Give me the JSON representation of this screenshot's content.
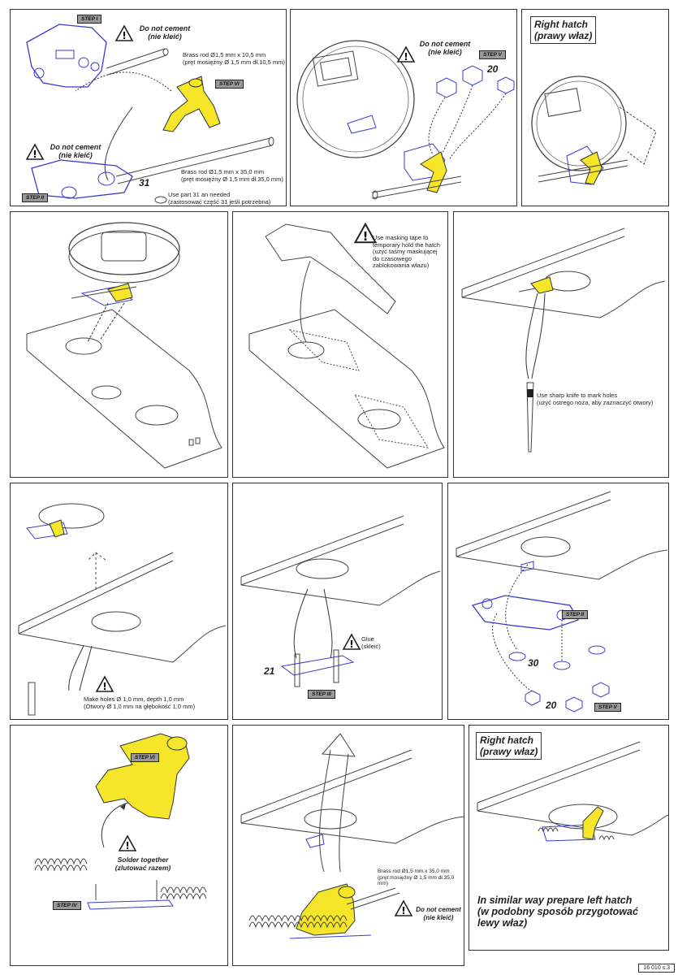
{
  "page_ref": "16 010 s.3",
  "colors": {
    "part_yellow": "#f5e62a",
    "part_blue": "#3a3ad0",
    "line": "#444444"
  },
  "warning_icon": "exclamation-triangle-icon",
  "panel1": {
    "step_i": "STEP I",
    "step_ii": "STEP II",
    "step_vi": "STEP VI",
    "do_not_cement_1": "Do not cement\n(nie kleić)",
    "do_not_cement_2": "Do not cement\n(nie kleić)",
    "rod1": "Brass rod Ø1,5 mm x 10,5 mm\n(pręt mosiężny Ø 1,5 mm dł.10,5 mm)",
    "rod2": "Brass rod Ø1,5 mm x 35,0 mm\n(pręt mosiężny Ø 1,5 mm dł.35,0 mm)",
    "part_num": "31",
    "use_part": "Use part 31 an needed\n(zastosować część 31 jeśli potrzebna)"
  },
  "panel2": {
    "do_not_cement": "Do not cement\n(nie kleić)",
    "step_v": "STEP V",
    "part_num": "20"
  },
  "panel3": {
    "title": "Right  hatch\n(prawy właz)"
  },
  "panel5": {
    "note": "Use masking tape to\ntemporary hold the hatch\n(użyć taśmy maskującej\ndo czasowego\nzablokowania włazu)"
  },
  "panel6": {
    "note": "Use sharp knife to mark holes\n(użyć ostrego noża, aby zaznaczyć otwory)"
  },
  "panel7": {
    "note": "Make holes Ø 1,0 mm, depth 1,0 mm\n(Otwory Ø 1,0 mm na głębokość 1,0 mm)"
  },
  "panel8": {
    "glue": "Glue\n(skleić)",
    "part_num": "21",
    "step_iii": "STEP III"
  },
  "panel9": {
    "step_ii": "STEP II",
    "step_v": "STEP V",
    "part_30": "30",
    "part_20": "20"
  },
  "panel10": {
    "step_vi": "STEP VI",
    "step_iv": "STEP IV",
    "solder": "Solder together\n(zlutować razem)"
  },
  "panel11": {
    "rod": "Brass rod Ø1,5 mm x 35,0 mm\n(pręt mosiężny Ø 1,5 mm dł.35,0 mm)",
    "do_not_cement": "Do not cement\n(nie kleić)"
  },
  "panel12": {
    "title": "Right  hatch\n(prawy właz)",
    "note": "In similar way prepare left hatch\n(w podobny sposób przygotować\nlewy właz)"
  }
}
